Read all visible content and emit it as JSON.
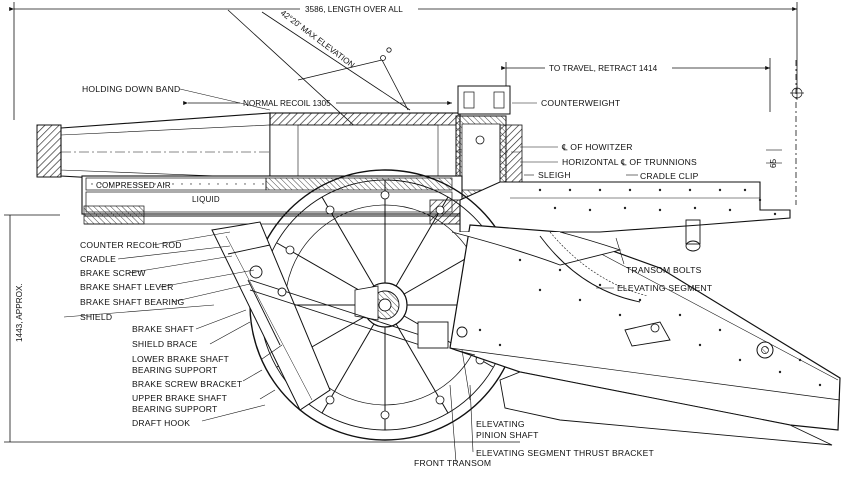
{
  "dimensions": {
    "overall_length": "3586, LENGTH OVER ALL",
    "max_elevation": "42°20' MAX ELEVATION",
    "travel_retract": "TO TRAVEL, RETRACT 1414",
    "normal_recoil": "NORMAL RECOIL 1305",
    "height_approx": "1443, APPROX.",
    "trunnion_offset": "65"
  },
  "labels": {
    "holding_down_band": "HOLDING DOWN BAND",
    "counterweight": "COUNTERWEIGHT",
    "howitzer_axis": "℄ OF HOWITZER",
    "trunnion_axis": "HORIZONTAL ℄ OF TRUNNIONS",
    "sleigh": "SLEIGH",
    "cradle_clip": "CRADLE CLIP",
    "compressed_air": "COMPRESSED AIR",
    "liquid": "LIQUID",
    "counter_recoil_rod": "COUNTER RECOIL ROD",
    "cradle": "CRADLE",
    "brake_screw": "BRAKE SCREW",
    "brake_shaft_lever": "BRAKE SHAFT LEVER",
    "brake_shaft_bearing": "BRAKE SHAFT BEARING",
    "shield": "SHIELD",
    "transom_bolts": "TRANSOM BOLTS",
    "elevating_segment": "ELEVATING SEGMENT",
    "brake_shaft": "BRAKE SHAFT",
    "shield_brace": "SHIELD BRACE",
    "lower_brake_shaft_bearing_support_1": "LOWER BRAKE SHAFT",
    "lower_brake_shaft_bearing_support_2": "BEARING SUPPORT",
    "brake_screw_bracket": "BRAKE SCREW BRACKET",
    "upper_brake_shaft_bearing_support_1": "UPPER BRAKE SHAFT",
    "upper_brake_shaft_bearing_support_2": "BEARING SUPPORT",
    "draft_hook": "DRAFT HOOK",
    "elevating_pinion_shaft_1": "ELEVATING",
    "elevating_pinion_shaft_2": "PINION SHAFT",
    "elevating_segment_thrust_bracket": "ELEVATING SEGMENT THRUST BRACKET",
    "front_transom": "FRONT TRANSOM"
  }
}
